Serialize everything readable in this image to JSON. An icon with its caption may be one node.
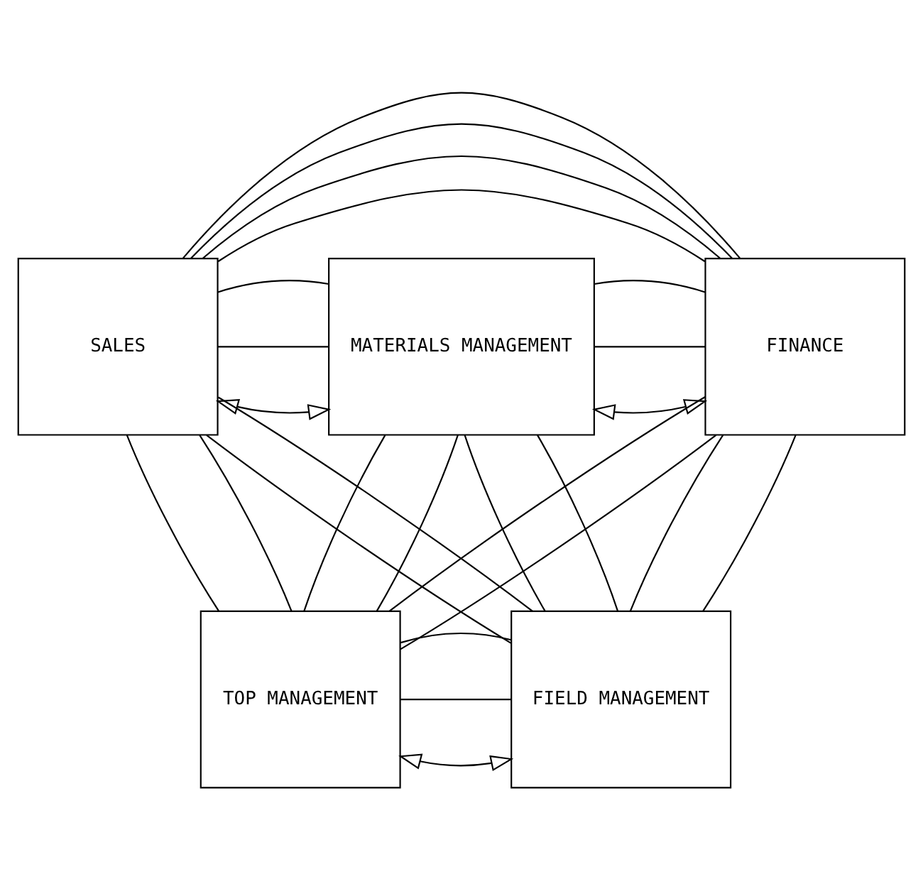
{
  "diagram": {
    "nodes": [
      {
        "text": [
          "SALES"
        ]
      },
      {
        "text": [
          "MATERIALS MANAGEMENT"
        ]
      },
      {
        "text": [
          "FINANCE"
        ]
      },
      {
        "text": [
          "TOP MANAGEMENT"
        ]
      },
      {
        "text": [
          "FIELD MANAGEMENT"
        ]
      }
    ],
    "edges": [
      {
        "from": 0,
        "to": 1,
        "arrow": "both"
      },
      {
        "from": 1,
        "to": 2,
        "arrow": "both"
      },
      {
        "from": 3,
        "to": 4,
        "arrow": "both"
      },
      {
        "from": 0,
        "to": 2,
        "arrow": "none"
      },
      {
        "from": 0,
        "to": 2,
        "arrow": "none"
      },
      {
        "from": 0,
        "to": 1,
        "arrow": "none"
      },
      {
        "from": 0,
        "to": 2,
        "arrow": "none"
      },
      {
        "from": 0,
        "to": 3,
        "arrow": "none"
      },
      {
        "from": 0,
        "to": 4,
        "arrow": "none"
      },
      {
        "from": 1,
        "to": 2,
        "arrow": "none"
      },
      {
        "from": 1,
        "to": 3,
        "arrow": "none"
      },
      {
        "from": 1,
        "to": 4,
        "arrow": "none"
      },
      {
        "from": 2,
        "to": 3,
        "arrow": "none"
      },
      {
        "from": 2,
        "to": 4,
        "arrow": "none"
      },
      {
        "from": 3,
        "to": 4,
        "arrow": "none"
      },
      {
        "from": 0,
        "to": 1,
        "arrow": "none"
      },
      {
        "from": 0,
        "to": 2,
        "arrow": "none"
      },
      {
        "from": 0,
        "to": 3,
        "arrow": "none"
      },
      {
        "from": 0,
        "to": 4,
        "arrow": "none"
      },
      {
        "from": 1,
        "to": 2,
        "arrow": "none"
      },
      {
        "from": 1,
        "to": 3,
        "arrow": "none"
      },
      {
        "from": 1,
        "to": 4,
        "arrow": "none"
      },
      {
        "from": 2,
        "to": 3,
        "arrow": "none"
      },
      {
        "from": 2,
        "to": 4,
        "arrow": "none"
      },
      {
        "from": 3,
        "to": 4,
        "arrow": "none"
      }
    ]
  }
}
